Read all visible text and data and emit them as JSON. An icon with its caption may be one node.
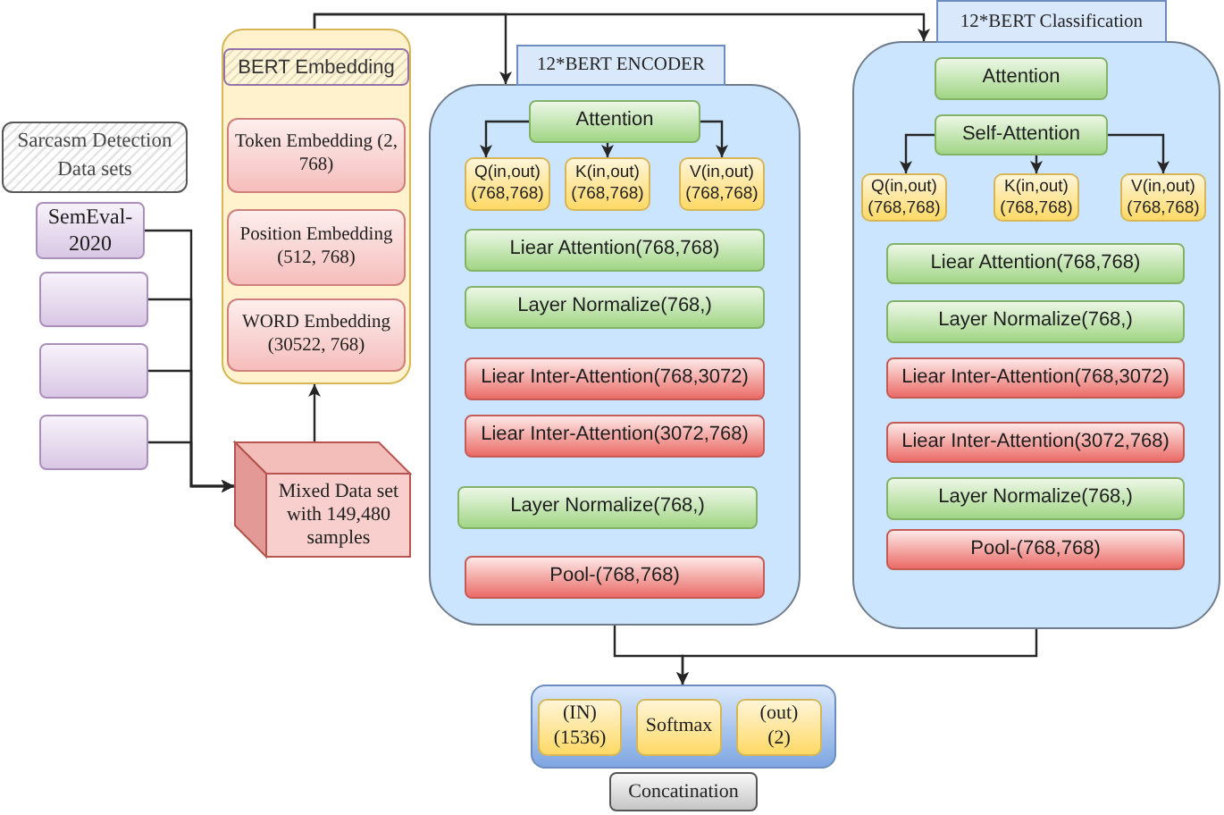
{
  "diagram": {
    "nodes": [
      {
        "text": [
          "Sarcasm Detection Data sets"
        ]
      },
      {
        "text": [
          "SemEval-2020"
        ]
      },
      {
        "text": [],
        "shape": "box"
      },
      {
        "text": [],
        "shape": "box"
      },
      {
        "text": [],
        "shape": "box"
      },
      {
        "text": [
          "Mixed Data set with 149,480 samples"
        ]
      },
      {
        "text": [
          "BERT Embedding"
        ]
      },
      {
        "text": [
          "Token Embedding (2, 768)"
        ],
        "in": 6
      },
      {
        "text": [
          "Position Embedding (512, 768)"
        ],
        "in": 6
      },
      {
        "text": [
          "WORD Embedding (30522, 768)"
        ],
        "in": 6
      },
      {
        "text": [
          "12*BERT ENCODER"
        ]
      },
      {
        "text": [
          "Attention"
        ],
        "in": 10
      },
      {
        "text": [
          "Q(in,out) (768,768)"
        ],
        "in": 10
      },
      {
        "text": [
          "K(in,out) (768,768)"
        ],
        "in": 10
      },
      {
        "text": [
          "V(in,out) (768,768)"
        ],
        "in": 10
      },
      {
        "text": [
          "Liear Attention(768,768)"
        ],
        "in": 10
      },
      {
        "text": [
          "Layer Normalize(768,)"
        ],
        "in": 10
      },
      {
        "text": [
          "Liear Inter-Attention(768,3072)"
        ],
        "in": 10
      },
      {
        "text": [
          "Liear Inter-Attention(3072,768)"
        ],
        "in": 10
      },
      {
        "text": [
          "Layer Normalize(768,)"
        ],
        "in": 10
      },
      {
        "text": [
          "Pool-(768,768)"
        ],
        "in": 10
      },
      {
        "text": [
          "12*BERT Classification"
        ]
      },
      {
        "text": [
          "Attention"
        ],
        "in": 21
      },
      {
        "text": [
          "Self-Attention"
        ],
        "in": 21
      },
      {
        "text": [
          "Q(in,out) (768,768)"
        ],
        "in": 21
      },
      {
        "text": [
          "K(in,out) (768,768)"
        ],
        "in": 21
      },
      {
        "text": [
          "V(in,out) (768,768)"
        ],
        "in": 21
      },
      {
        "text": [
          "Liear Attention(768,768)"
        ],
        "in": 21
      },
      {
        "text": [
          "Layer Normalize(768,)"
        ],
        "in": 21
      },
      {
        "text": [
          "Liear Inter-Attention(768,3072)"
        ],
        "in": 21
      },
      {
        "text": [
          "Liear Inter-Attention(3072,768)"
        ],
        "in": 21
      },
      {
        "text": [
          "Layer Normalize(768,)"
        ],
        "in": 21
      },
      {
        "text": [
          "Pool-(768,768)"
        ],
        "in": 21
      },
      {
        "text": [
          "Concatination"
        ]
      },
      {
        "text": [
          "(IN) (1536)"
        ],
        "in": 33
      },
      {
        "text": [
          "Softmax"
        ],
        "in": 33
      },
      {
        "text": [
          "(out) (2)"
        ],
        "in": 33
      }
    ],
    "edges": [
      {
        "from": 1,
        "to": 5,
        "arrow": "to"
      },
      {
        "from": 2,
        "to": 5,
        "arrow": "to"
      },
      {
        "from": 3,
        "to": 5,
        "arrow": "to"
      },
      {
        "from": 4,
        "to": 5,
        "arrow": "to"
      },
      {
        "from": 5,
        "to": 6,
        "arrow": "to"
      },
      {
        "from": 6,
        "to": 10,
        "arrow": "to"
      },
      {
        "from": 6,
        "to": 21,
        "arrow": "to"
      },
      {
        "from": 11,
        "to": 12,
        "arrow": "to"
      },
      {
        "from": 11,
        "to": 13,
        "arrow": "to"
      },
      {
        "from": 11,
        "to": 14,
        "arrow": "to"
      },
      {
        "from": 23,
        "to": 24,
        "arrow": "to"
      },
      {
        "from": 23,
        "to": 25,
        "arrow": "to"
      },
      {
        "from": 23,
        "to": 26,
        "arrow": "to"
      },
      {
        "from": 10,
        "to": 33,
        "arrow": "to"
      },
      {
        "from": 21,
        "to": 33,
        "arrow": "to"
      }
    ]
  }
}
